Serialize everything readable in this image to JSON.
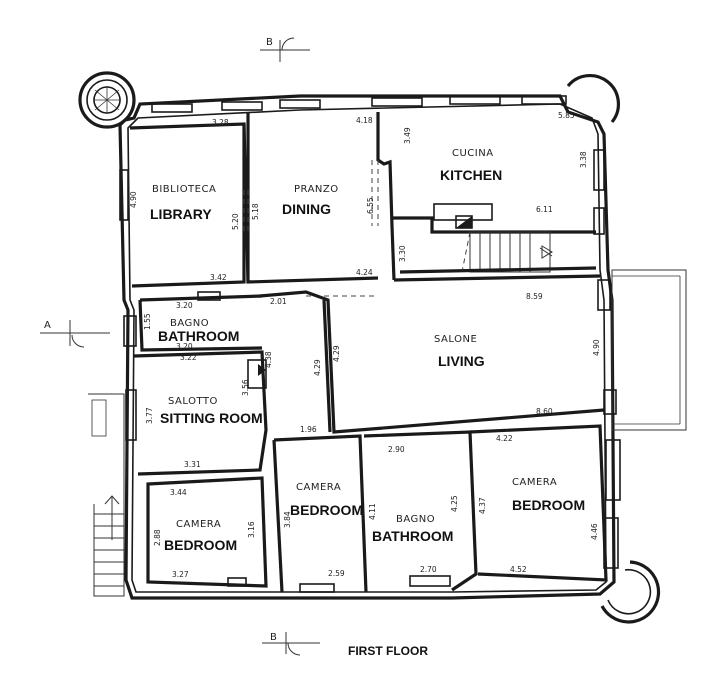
{
  "title": "FIRST FLOOR",
  "section_marks": {
    "top": "B",
    "bottom": "B",
    "left": "A"
  },
  "rooms": [
    {
      "id": "library",
      "it": "BIBLIOTECA",
      "en": "LIBRARY"
    },
    {
      "id": "dining",
      "it": "PRANZO",
      "en": "DINING"
    },
    {
      "id": "kitchen",
      "it": "CUCINA",
      "en": "KITCHEN"
    },
    {
      "id": "bath1",
      "it": "BAGNO",
      "en": "BATHROOM"
    },
    {
      "id": "living",
      "it": "SALONE",
      "en": "LIVING"
    },
    {
      "id": "sitting",
      "it": "SALOTTO",
      "en": "SITTING ROOM"
    },
    {
      "id": "bed1",
      "it": "CAMERA",
      "en": "BEDROOM"
    },
    {
      "id": "bed2",
      "it": "CAMERA",
      "en": "BEDROOM"
    },
    {
      "id": "bath2",
      "it": "BAGNO",
      "en": "BATHROOM"
    },
    {
      "id": "bed3",
      "it": "CAMERA",
      "en": "BEDROOM"
    }
  ],
  "dimensions": [
    "3.28",
    "4.90",
    "5.20",
    "3.42",
    "5.18",
    "4.18",
    "6.55",
    "4.24",
    "3.49",
    "5.85",
    "3.38",
    "6.11",
    "3.30",
    "8.59",
    "3.20",
    "1.55",
    "3.20",
    "3.22",
    "2.01",
    "4.29",
    "4.38",
    "4.29",
    "3.56",
    "3.77",
    "3.31",
    "1.96",
    "8.60",
    "4.90",
    "3.44",
    "2.88",
    "3.16",
    "3.27",
    "3.84",
    "2.59",
    "2.90",
    "4.11",
    "4.25",
    "2.70",
    "4.22",
    "4.37",
    "4.46",
    "4.52"
  ]
}
